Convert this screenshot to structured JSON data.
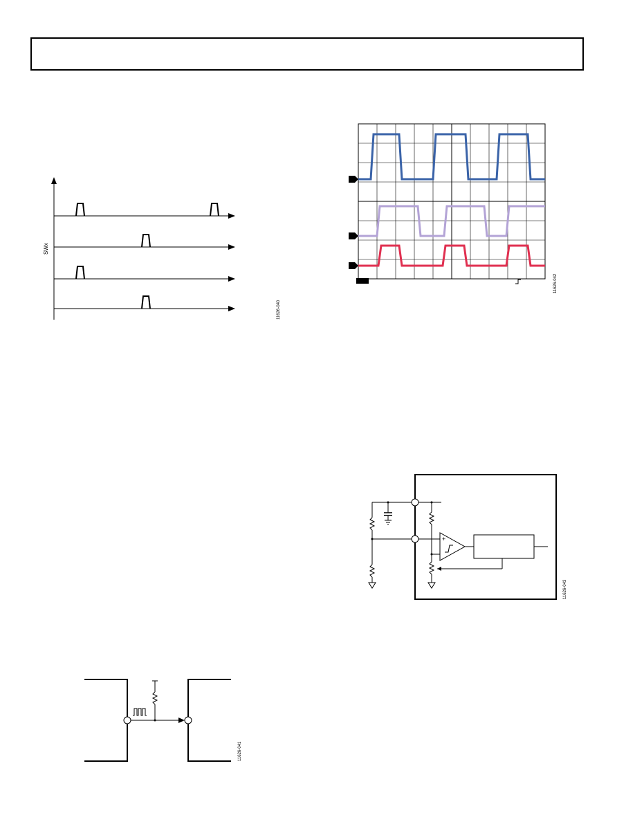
{
  "figures": {
    "timing": {
      "y_label": "SWx",
      "figure_id": "11626-040"
    },
    "scope": {
      "figure_id": "11626-042"
    },
    "comparator": {
      "figure_id": "11626-043"
    },
    "pullup": {
      "figure_id": "11626-041"
    }
  },
  "colors": {
    "trace_blue": "#3a63a8",
    "trace_lavender": "#b3a3d6",
    "trace_red": "#e03050",
    "grid": "#000000"
  }
}
